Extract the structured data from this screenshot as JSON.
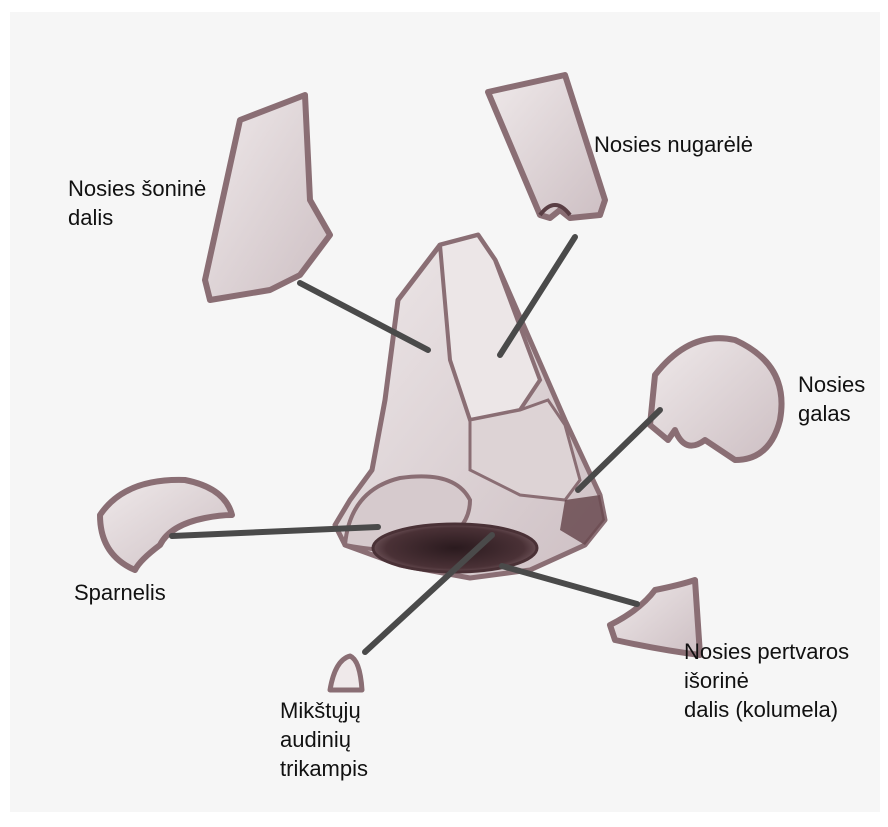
{
  "labels": {
    "side_wall": [
      "Nosies šoninė",
      "dalis"
    ],
    "dorsum": [
      "Nosies nugarėlė"
    ],
    "tip": [
      "Nosies",
      "galas"
    ],
    "ala": [
      "Sparnelis"
    ],
    "soft_triangle": [
      "Mikštųjų",
      "audinių",
      "trikampis"
    ],
    "columella": [
      "Nosies pertvaros",
      "išorinė",
      "dalis (kolumela)"
    ]
  },
  "colors": {
    "background": "#ffffff",
    "paper": "#f6f6f6",
    "pencil_outline": "#8a6e74",
    "pencil_shading": "#c9bec1",
    "dark_shading": "#3a2a2e",
    "leader_line": "#4a4a4a",
    "text": "#111111"
  }
}
